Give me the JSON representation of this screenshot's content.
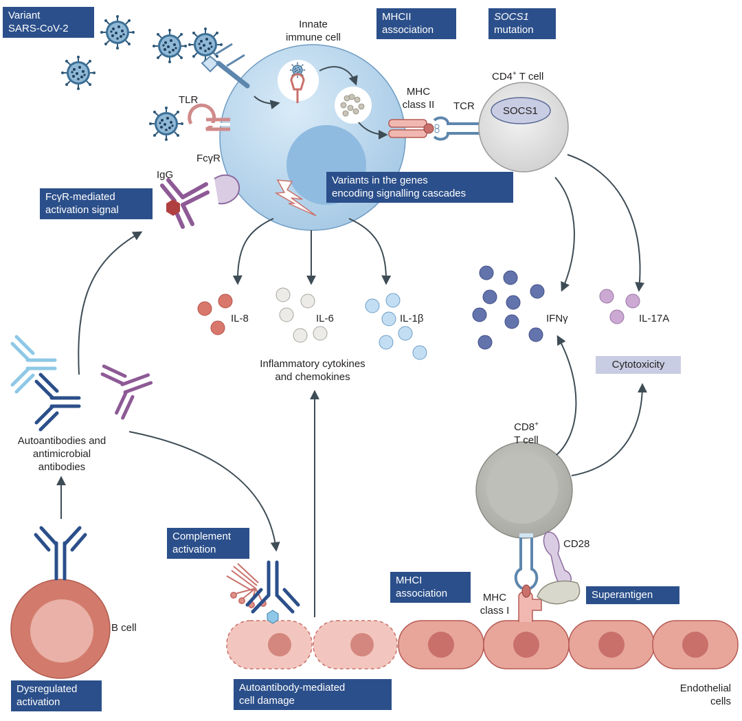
{
  "boxes": {
    "variant_sars": [
      "Variant",
      "SARS-CoV-2"
    ],
    "mhcii_assoc": [
      "MHCII",
      "association"
    ],
    "socs1_mut": [
      "SOCS1",
      "mutation"
    ],
    "fcgr_signal": [
      "FcγR-mediated",
      "activation signal"
    ],
    "variants_genes": [
      "Variants in the genes",
      "encoding signalling cascades"
    ],
    "cytotoxicity": "Cytotoxicity",
    "complement": [
      "Complement",
      "activation"
    ],
    "mhci_assoc": [
      "MHCI",
      "association"
    ],
    "superantigen": "Superantigen",
    "dysregulated": [
      "Dysregulated",
      "activation"
    ],
    "autoab_damage": [
      "Autoantibody-mediated",
      "cell damage"
    ]
  },
  "labels": {
    "innate_cell": [
      "Innate",
      "immune cell"
    ],
    "tlr": "TLR",
    "mhc_class_ii": [
      "MHC",
      "class II"
    ],
    "tcr": "TCR",
    "cd4_t_cell_main": "CD4",
    "cd4_t_cell_sup": "+",
    "cd4_t_cell_rest": " T cell",
    "socs1": "SOCS1",
    "igg": "IgG",
    "fcgr": "FcγR",
    "il8": "IL-8",
    "il6": "IL-6",
    "il1b": "IL-1β",
    "ifng": "IFNγ",
    "il17a": "IL-17A",
    "inflammatory": [
      "Inflammatory cytokines",
      "and chemokines"
    ],
    "autoantibodies": [
      "Autoantibodies and",
      "antimicrobial",
      "antibodies"
    ],
    "cd8_main": "CD8",
    "cd8_sup": "+",
    "cd8_t_cell": "T cell",
    "cd28": "CD28",
    "mhc_class_i": [
      "MHC",
      "class I"
    ],
    "b_cell": "B cell",
    "endothelial": [
      "Endothelial",
      "cells"
    ]
  },
  "colors": {
    "box_blue": "#2b4f8a",
    "box_light": "#c9cde3",
    "innate_cell": "#bcd9ef",
    "t_cell": "#e6e6e6",
    "cd8_t_cell": "#bdbdbd",
    "b_cell": "#d27b6c",
    "endothelial": "#e6a49a",
    "il8": "#d8776c",
    "il6": "#e9e9e6",
    "il1b": "#bfdcf2",
    "ifng": "#5e6fa8",
    "il17a": "#c8a6d0",
    "arrow": "#3e4c55"
  },
  "icons": [
    "virus-icon",
    "tlr-receptor-icon",
    "mhc-class-ii-icon",
    "tcr-icon",
    "antibody-icon",
    "fcgr-receptor-icon",
    "lightning-icon",
    "complement-icon",
    "superantigen-icon"
  ]
}
